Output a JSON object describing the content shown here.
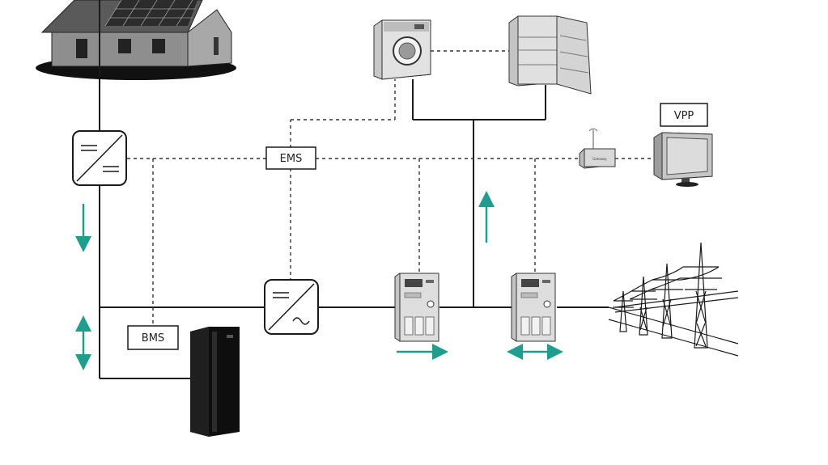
{
  "labels": {
    "ems": "EMS",
    "bms": "BMS",
    "vpp": "VPP",
    "gateway": "Gateway"
  },
  "colors": {
    "arrow": "#1f9e8f",
    "line": "#1a1a1a",
    "device_gray": "#d6d6d6",
    "dark": "#111111"
  },
  "icons": {
    "house": "house-solar-icon",
    "dc_dc_converter": "dc-converter-icon",
    "inverter": "inverter-icon",
    "battery": "battery-icon",
    "washing_machine": "washing-machine-icon",
    "fridge": "fridge-icon",
    "meter": "energy-meter-icon",
    "gateway": "gateway-router-icon",
    "monitor": "monitor-icon",
    "pylons": "power-grid-icon"
  }
}
